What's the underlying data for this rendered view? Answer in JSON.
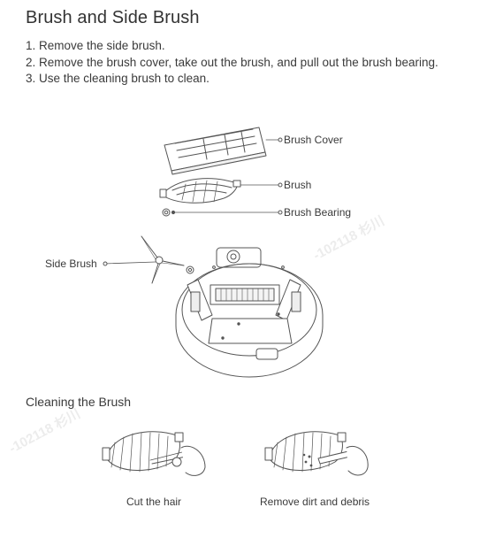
{
  "title": "Brush and Side Brush",
  "steps": [
    "1. Remove the side brush.",
    "2. Remove the brush cover, take out the brush, and pull out the brush bearing.",
    "3. Use the cleaning brush to clean."
  ],
  "parts": {
    "brush_cover": "Brush Cover",
    "brush": "Brush",
    "brush_bearing": "Brush Bearing",
    "side_brush": "Side Brush"
  },
  "cleaning": {
    "title": "Cleaning the Brush",
    "cut_caption": "Cut the hair",
    "remove_caption": "Remove dirt and debris"
  },
  "watermark": "-102118 杉川"
}
